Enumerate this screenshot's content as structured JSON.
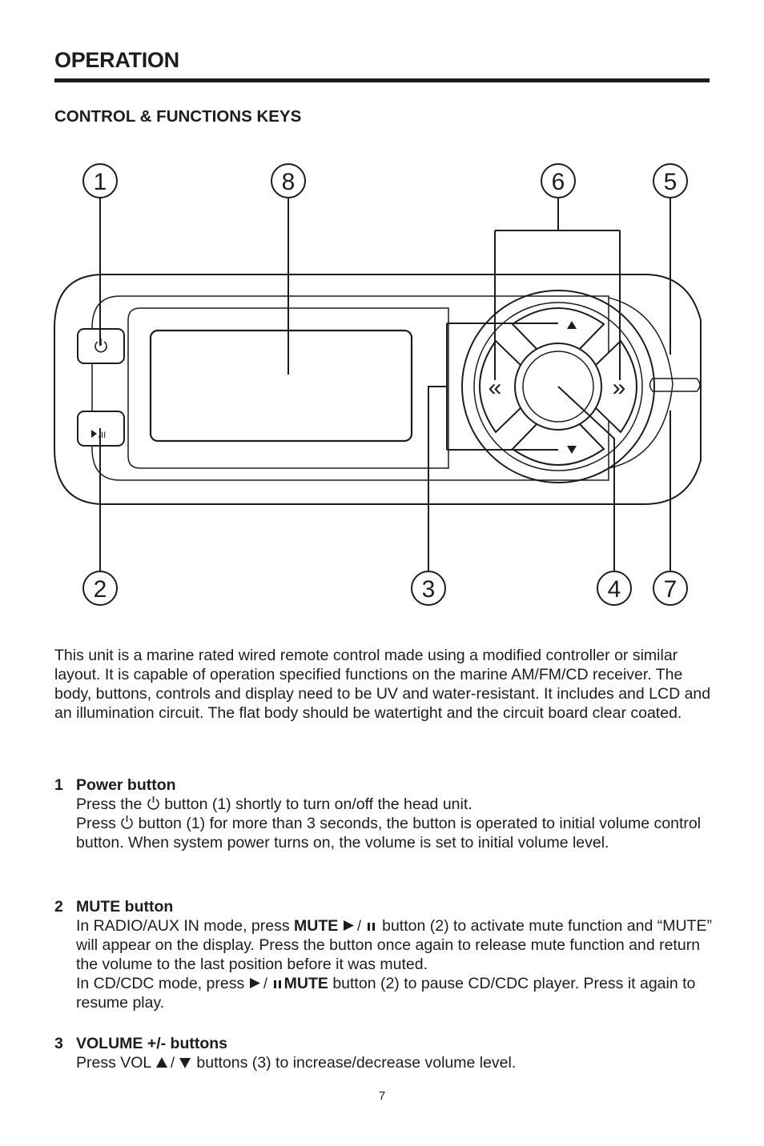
{
  "header": {
    "title": "OPERATION",
    "subtitle": "CONTROL & FUNCTIONS KEYS"
  },
  "diagram": {
    "callouts": [
      "1",
      "8",
      "6",
      "5",
      "2",
      "3",
      "4",
      "7"
    ],
    "power_glyph": "⏻",
    "play_pause_glyph": "▶/II",
    "vol_up_glyph": "▲",
    "vol_down_glyph": "▼",
    "prev_glyph": "«",
    "next_glyph": "»"
  },
  "intro": "This unit is a marine rated wired remote control made using a modified controller or similar layout.  It is capable of operation specified functions on the marine AM/FM/CD receiver.  The body, buttons, controls and display need to be UV and water-resistant. It includes and LCD and an illumination circuit.  The flat body should be watertight and the circuit board clear coated.",
  "items": [
    {
      "number": "1",
      "title": "Power button",
      "lines": [
        {
          "pre": "Press the ",
          "post": " button (1) shortly to turn on/off the head unit."
        },
        {
          "pre": "Press ",
          "post": " button (1) for more than 3 seconds, the button is operated to initial volume control button.  When system power turns on, the volume is set to initial volume level."
        }
      ]
    },
    {
      "number": "2",
      "title": "MUTE button",
      "p1": {
        "pre": "In RADIO/AUX IN mode, press ",
        "bold": "MUTE",
        "post": " button (2) to activate mute function and “MUTE”  will appear on the display.  Press the button once again to release mute function and return the volume to the last position before it was muted."
      },
      "p2": {
        "pre": "In CD/CDC mode, press ",
        "bold": "MUTE",
        "post": " button (2) to pause CD/CDC player.  Press it again to resume play."
      }
    },
    {
      "number": "3",
      "title": "VOLUME +/- buttons",
      "p1": {
        "pre": "Press VOL ",
        "post": " buttons (3) to increase/decrease volume level."
      }
    }
  ],
  "page_number": "7"
}
